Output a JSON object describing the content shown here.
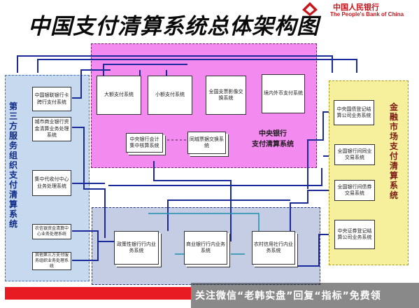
{
  "title": "中国支付清算系统总体架构图",
  "logo": {
    "cn": "中国人民银行",
    "en": "The People's Bank of China"
  },
  "left_panel": {
    "label": "第三方服务组织支付清算系统",
    "boxes": [
      "中国银联银行卡跨行支付系统",
      "城市商业银行资金清算业务处理系统",
      "集中代收付中心业务处理系统",
      "农信银资金清算中心业务处理系统",
      "其他第三方支付服务组织业务处理系统"
    ]
  },
  "right_panel": {
    "label": "金融市场支付清算系统",
    "boxes": [
      "中央国债登记结算公司业务系统",
      "全国银行间同业交易系统",
      "全国银行间债券交易系统",
      "中央证券登记结算公司业务系统"
    ]
  },
  "central_bank": {
    "label_line1": "中央银行",
    "label_line2": "支付清算系统",
    "boxes": [
      "大额支付系统",
      "小额支付系统",
      "全国支票影像交换系统",
      "境内外币支付系统",
      "中央银行会计集中核算系统",
      "同城票据交换系统"
    ]
  },
  "bank_layer": {
    "boxes": [
      "政策性银行行内业务系统",
      "商业银行行内业务系统",
      "农村信用社行内业务系统"
    ]
  },
  "bottom_bar": {
    "text": "关注微信“老韩实盘”回复“指标”免费领"
  },
  "colors": {
    "magenta": "#f38af0",
    "left_panel": "#c7d9ee",
    "right_panel": "#f6ef9c",
    "bank_layer": "#c4cde3",
    "line": "#1a2a9c",
    "red": "#e81a22"
  }
}
